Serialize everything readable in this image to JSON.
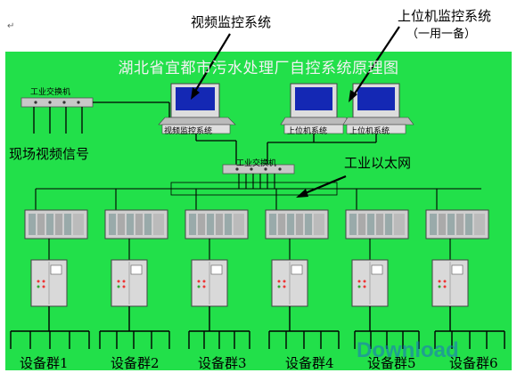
{
  "ret_mark": "↵",
  "callouts": {
    "video_monitor": "视频监控系统",
    "host_monitor_line1": "上位机监控系统",
    "host_monitor_line2": "（一用一备）",
    "ethernet": "工业以太网"
  },
  "title": "湖北省宜都市污水处理厂自控系统原理图",
  "switch_label": "工业交换机",
  "field_video": "现场视频信号",
  "pc_labels": [
    "视频监控系统",
    "上位机系统",
    "上位机系统"
  ],
  "equipment_groups": [
    "设备群1",
    "设备群2",
    "设备群3",
    "设备群4",
    "设备群5",
    "设备群6"
  ],
  "watermark": "Download",
  "colors": {
    "background": "#22e04a",
    "screen": "#1428b4",
    "switch": "#c8c8c8",
    "cabinet": "#d9d9d9"
  }
}
